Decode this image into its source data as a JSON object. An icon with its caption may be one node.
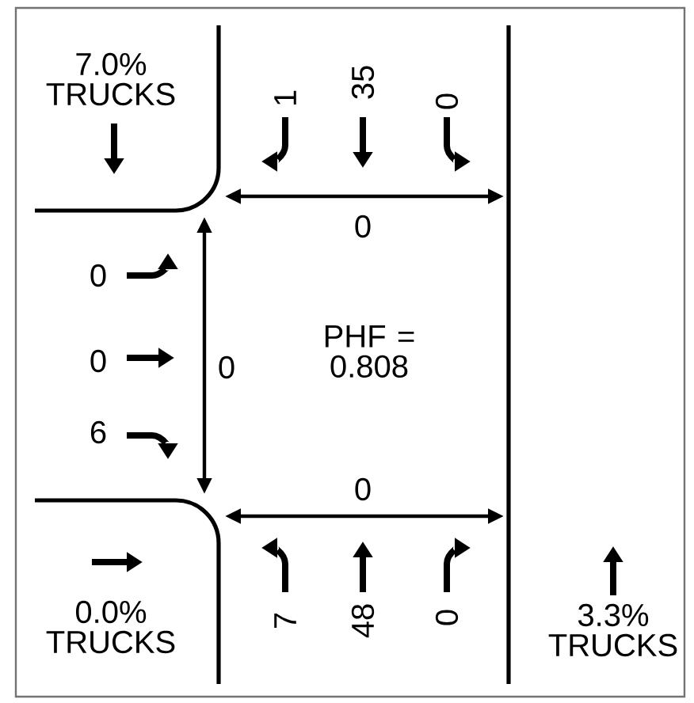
{
  "diagram": {
    "labels": [
      "7.0% TRUCKS",
      "1",
      "35",
      "0",
      "0",
      "0",
      "0",
      "0",
      "PHF = 0.808",
      "6",
      "0",
      "0.0% TRUCKS",
      "7",
      "48",
      "0",
      "3.3% TRUCKS"
    ]
  }
}
